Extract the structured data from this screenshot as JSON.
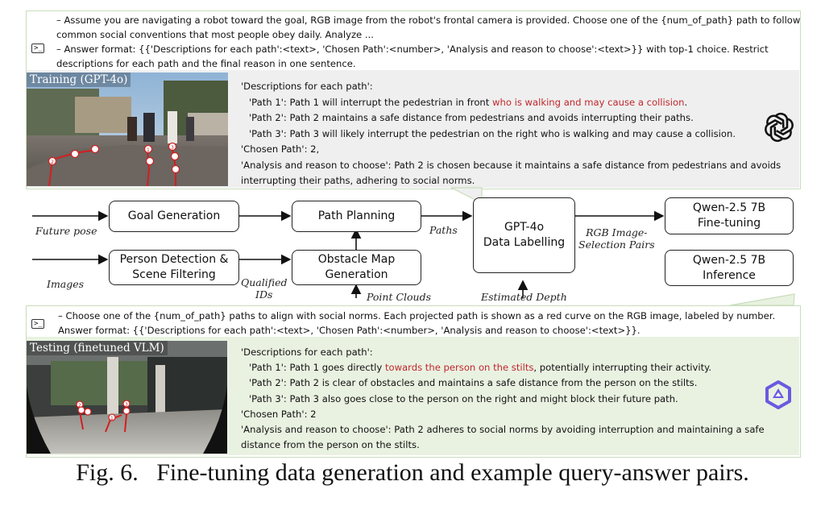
{
  "top": {
    "prompt_line1": "– Assume you are navigating a robot toward the goal, RGB image from the robot's frontal camera is provided. Choose one of the {num_of_path} path to follow",
    "prompt_line2": "common social conventions that most people obey daily. Analyze ...",
    "prompt_line3": "– Answer format: {{'Descriptions for each path':<text>, 'Chosen Path':<number>, 'Analysis and reason to choose':<text>}} with top-1 choice. Restrict",
    "prompt_line4": "descriptions for each path and the final reason in one sentence.",
    "image_label": "Training (GPT-4o)",
    "answer": {
      "desc_header": "'Descriptions for each path':",
      "p1_a": "'Path 1': Path 1 will interrupt the pedestrian in front ",
      "p1_b": "who is walking and may cause a collision",
      "p1_c": ".",
      "p2": "'Path 2': Path 2 maintains a safe distance from pedestrians and avoids interrupting their paths.",
      "p3": "'Path 3': Path 3 will likely interrupt the pedestrian on the right who is walking and may cause a collision.",
      "chosen": "'Chosen Path': 2,",
      "analysis1": "'Analysis and reason to choose': Path 2 is chosen because it maintains a safe distance from pedestrians and avoids",
      "analysis2": "interrupting their paths, adhering to social norms."
    },
    "path_numbers": [
      "1",
      "2",
      "3"
    ]
  },
  "flow": {
    "goal_generation": "Goal Generation",
    "path_planning": "Path Planning",
    "gpt_line1": "GPT-4o",
    "gpt_line2": "Data Labelling",
    "qwen_ft_line1": "Qwen-2.5 7B",
    "qwen_ft_line2": "Fine-tuning",
    "person_line1": "Person Detection &",
    "person_line2": "Scene Filtering",
    "obstacle_line1": "Obstacle Map",
    "obstacle_line2": "Generation",
    "qwen_inf_line1": "Qwen-2.5 7B",
    "qwen_inf_line2": "Inference",
    "label_future_pose": "Future pose",
    "label_images": "Images",
    "label_paths": "Paths",
    "label_rgb1": "RGB Image-",
    "label_rgb2": "Selection Pairs",
    "label_qualified1": "Qualified",
    "label_qualified2": "IDs",
    "label_point_clouds": "Point Clouds",
    "label_estimated_depth": "Estimated Depth"
  },
  "bottom": {
    "prompt_line1": "– Choose one of the {num_of_path} paths to align with social norms. Each projected path is shown as a red curve on the RGB image, labeled by number.",
    "prompt_line2": "Answer format: {{'Descriptions for each path':<text>, 'Chosen Path':<number>, 'Analysis and reason to choose':<text>}}.",
    "image_label": "Testing (finetuned VLM)",
    "answer": {
      "desc_header": "'Descriptions for each path':",
      "p1_a": "'Path 1': Path 1 goes directly ",
      "p1_b": "towards the person on the stilts",
      "p1_c": ", potentially interrupting their activity.",
      "p2": "'Path 2': Path 2 is clear of obstacles and maintains a safe distance from the person on the stilts.",
      "p3": "'Path 3': Path 3 also goes close to the person on the right and might block their future path.",
      "chosen": "'Chosen Path': 2",
      "analysis1": "'Analysis and reason to choose': Path 2 adheres to social norms by avoiding interruption and maintaining a safe",
      "analysis2": "distance from the person on the stilts."
    },
    "path_numbers": [
      "1",
      "2",
      "3"
    ]
  },
  "caption": "Fig. 6.   Fine-tuning data generation and example query-answer pairs.",
  "colors": {
    "panel_border": "#c9ddbb",
    "panel_fill_top": "#efefef",
    "panel_fill_bottom": "#e9f2e1",
    "highlight_red": "#c0272d",
    "path_red": "#d21f1f",
    "qwen_purple": "#6a5ae0"
  },
  "icons": [
    "terminal-icon",
    "openai-logo-icon",
    "qwen-logo-icon"
  ]
}
